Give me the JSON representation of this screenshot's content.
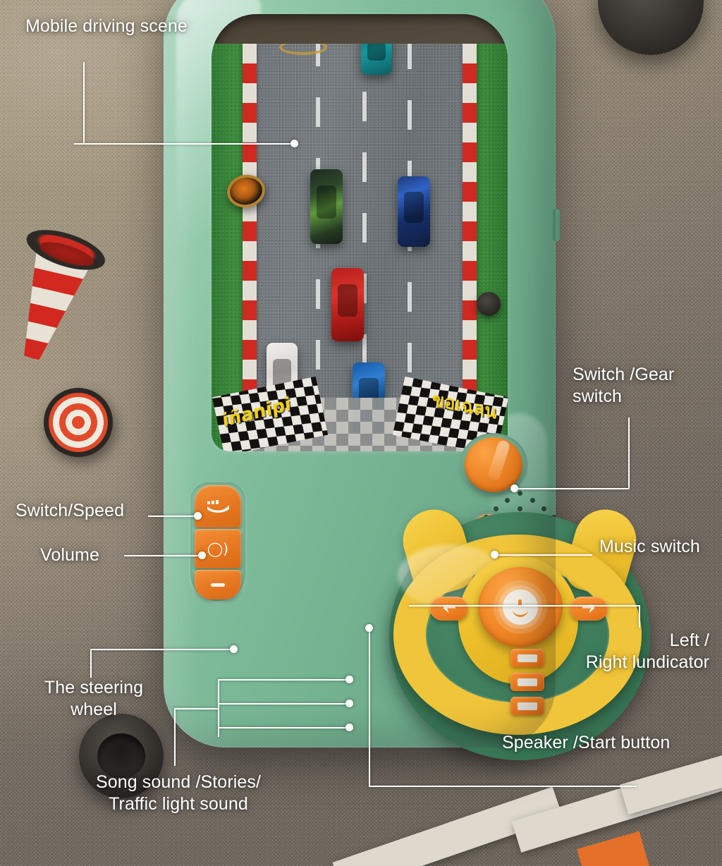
{
  "scene": {
    "product": "Kids steering wheel racing toy",
    "body_color": "#7fbc9b",
    "accent_orange": "#ef8125",
    "accent_yellow": "#f0c53a",
    "label_color": "#ffffff",
    "background_color": "#7d7369"
  },
  "annotations": {
    "mobile_driving_scene": "Mobile driving scene",
    "switch_gear": "Switch /Gear\nswitch",
    "music_switch": "Music switch",
    "switch_speed": "Switch/Speed",
    "volume": "Volume",
    "left_right_indicator": "Left /\nRight lundicator",
    "speaker_start": "Speaker /Start button",
    "steering_wheel": "The steering\nwheel",
    "song_sound": "Song sound /Stories/\nTraffic light sound"
  },
  "screen": {
    "flag_text_left": "iñanipi",
    "flag_text_right": "ขอเฉลน",
    "cars": [
      {
        "name": "teal-car",
        "color": "#17989c"
      },
      {
        "name": "green-car",
        "color": "#5f9a3d"
      },
      {
        "name": "blue-car",
        "color": "#2f63c4"
      },
      {
        "name": "red-car",
        "color": "#d8332b"
      },
      {
        "name": "white-car",
        "color": "#efeeea"
      },
      {
        "name": "cyan-car",
        "color": "#2f7fd0"
      }
    ],
    "lanes": 4,
    "kerb_colors": [
      "#cf2a21",
      "#e3ded4"
    ]
  },
  "controls": {
    "speed_button_icon": "speed-icon",
    "volume_button_icon": "volume-icon",
    "minus_button_icon": "minus-icon",
    "gear_knob_icon": "rotary-knob-icon",
    "music_button_icon": "music-note-icon",
    "horn_icon": "smiley-horn-icon",
    "left_indicator_icon": "arrow-left-icon",
    "right_indicator_icon": "arrow-right-icon",
    "sound_buttons": [
      "song-sound-button",
      "stories-button",
      "traffic-light-sound-button"
    ]
  },
  "props": {
    "traffic_cone": "traffic-cone",
    "target_disc": "bullseye-target",
    "tires": [
      "tire-top-right",
      "tire-bottom-left"
    ],
    "road_strips": [
      "road-marking-1",
      "road-marking-2",
      "road-marking-3",
      "road-marking-orange"
    ]
  }
}
